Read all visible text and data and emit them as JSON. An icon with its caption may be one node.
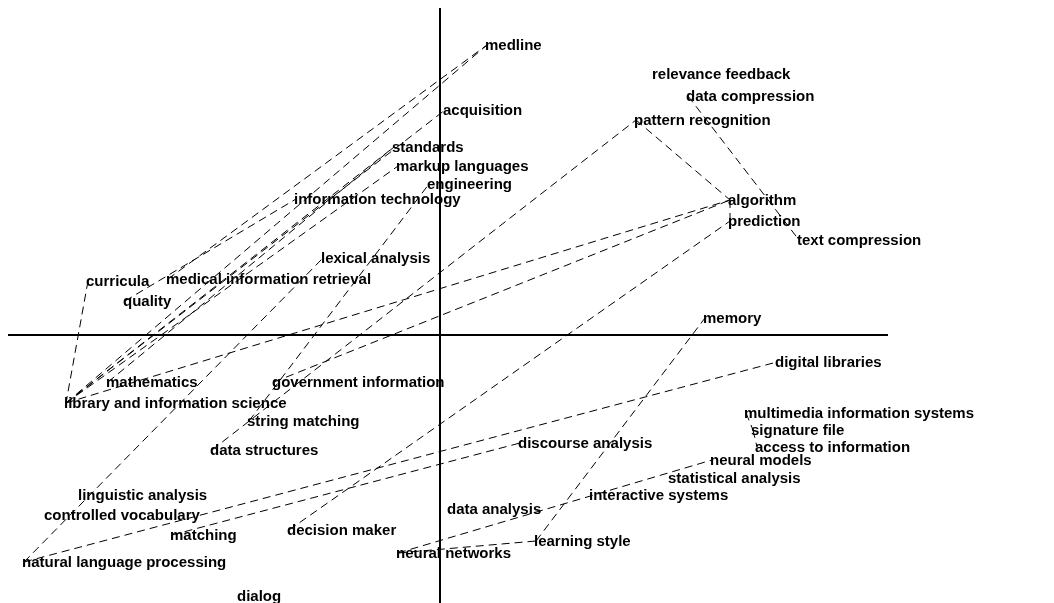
{
  "diagram": {
    "nodes": [
      {
        "text": [
          "medline"
        ]
      },
      {
        "text": [
          "relevance feedback"
        ]
      },
      {
        "text": [
          "data compression"
        ]
      },
      {
        "text": [
          "acquisition"
        ]
      },
      {
        "text": [
          "pattern recognition"
        ]
      },
      {
        "text": [
          "standards"
        ]
      },
      {
        "text": [
          "markup languages"
        ]
      },
      {
        "text": [
          "engineering"
        ]
      },
      {
        "text": [
          "information technology"
        ]
      },
      {
        "text": [
          "algorithm"
        ]
      },
      {
        "text": [
          "prediction"
        ]
      },
      {
        "text": [
          "text compression"
        ]
      },
      {
        "text": [
          "lexical analysis"
        ]
      },
      {
        "text": [
          "curricula"
        ]
      },
      {
        "text": [
          "medical information retrieval"
        ]
      },
      {
        "text": [
          "quality"
        ]
      },
      {
        "text": [
          "memory"
        ]
      },
      {
        "text": [
          "digital libraries"
        ]
      },
      {
        "text": [
          "mathematics"
        ]
      },
      {
        "text": [
          "government information"
        ]
      },
      {
        "text": [
          "library and information science"
        ]
      },
      {
        "text": [
          "string matching"
        ]
      },
      {
        "text": [
          "multimedia information systems"
        ]
      },
      {
        "text": [
          "signature file"
        ]
      },
      {
        "text": [
          "access to information"
        ]
      },
      {
        "text": [
          "discourse analysis"
        ]
      },
      {
        "text": [
          "data structures"
        ]
      },
      {
        "text": [
          "neural models"
        ]
      },
      {
        "text": [
          "statistical analysis"
        ]
      },
      {
        "text": [
          "interactive systems"
        ]
      },
      {
        "text": [
          "linguistic analysis"
        ]
      },
      {
        "text": [
          "controlled vocabulary"
        ]
      },
      {
        "text": [
          "data analysis"
        ]
      },
      {
        "text": [
          "matching"
        ]
      },
      {
        "text": [
          "decision maker"
        ]
      },
      {
        "text": [
          "neural networks"
        ]
      },
      {
        "text": [
          "learning style"
        ]
      },
      {
        "text": [
          "natural language processing"
        ]
      },
      {
        "text": [
          "dialog"
        ]
      }
    ],
    "edges": [
      {
        "from": 14,
        "to": 0,
        "arrow": "none",
        "style": "dashed"
      },
      {
        "from": 20,
        "to": 0,
        "arrow": "none",
        "style": "dashed"
      },
      {
        "from": 20,
        "to": 3,
        "arrow": "none",
        "style": "dashed"
      },
      {
        "from": 20,
        "to": 5,
        "arrow": "none",
        "style": "dashed"
      },
      {
        "from": 20,
        "to": 6,
        "arrow": "none",
        "style": "dashed"
      },
      {
        "from": 18,
        "to": 5,
        "arrow": "none",
        "style": "dashed"
      },
      {
        "from": 15,
        "to": 8,
        "arrow": "none",
        "style": "dashed"
      },
      {
        "from": 13,
        "to": 20,
        "arrow": "none",
        "style": "dashed"
      },
      {
        "from": 20,
        "to": 9,
        "arrow": "none",
        "style": "dashed"
      },
      {
        "from": 19,
        "to": 9,
        "arrow": "none",
        "style": "dashed"
      },
      {
        "from": 37,
        "to": 12,
        "arrow": "none",
        "style": "dashed"
      },
      {
        "from": 26,
        "to": 4,
        "arrow": "none",
        "style": "dashed"
      },
      {
        "from": 21,
        "to": 7,
        "arrow": "none",
        "style": "dashed"
      },
      {
        "from": 4,
        "to": 9,
        "arrow": "none",
        "style": "dashed"
      },
      {
        "from": 2,
        "to": 11,
        "arrow": "none",
        "style": "dashed"
      },
      {
        "from": 9,
        "to": 10,
        "arrow": "none",
        "style": "dashed"
      },
      {
        "from": 34,
        "to": 10,
        "arrow": "none",
        "style": "dashed"
      },
      {
        "from": 36,
        "to": 16,
        "arrow": "none",
        "style": "dashed"
      },
      {
        "from": 35,
        "to": 36,
        "arrow": "none",
        "style": "dashed"
      },
      {
        "from": 35,
        "to": 27,
        "arrow": "none",
        "style": "dashed"
      },
      {
        "from": 37,
        "to": 17,
        "arrow": "none",
        "style": "dashed"
      },
      {
        "from": 33,
        "to": 25,
        "arrow": "none",
        "style": "dashed"
      },
      {
        "from": 22,
        "to": 23,
        "arrow": "none",
        "style": "dashed"
      },
      {
        "from": 23,
        "to": 24,
        "arrow": "none",
        "style": "dashed"
      }
    ]
  }
}
